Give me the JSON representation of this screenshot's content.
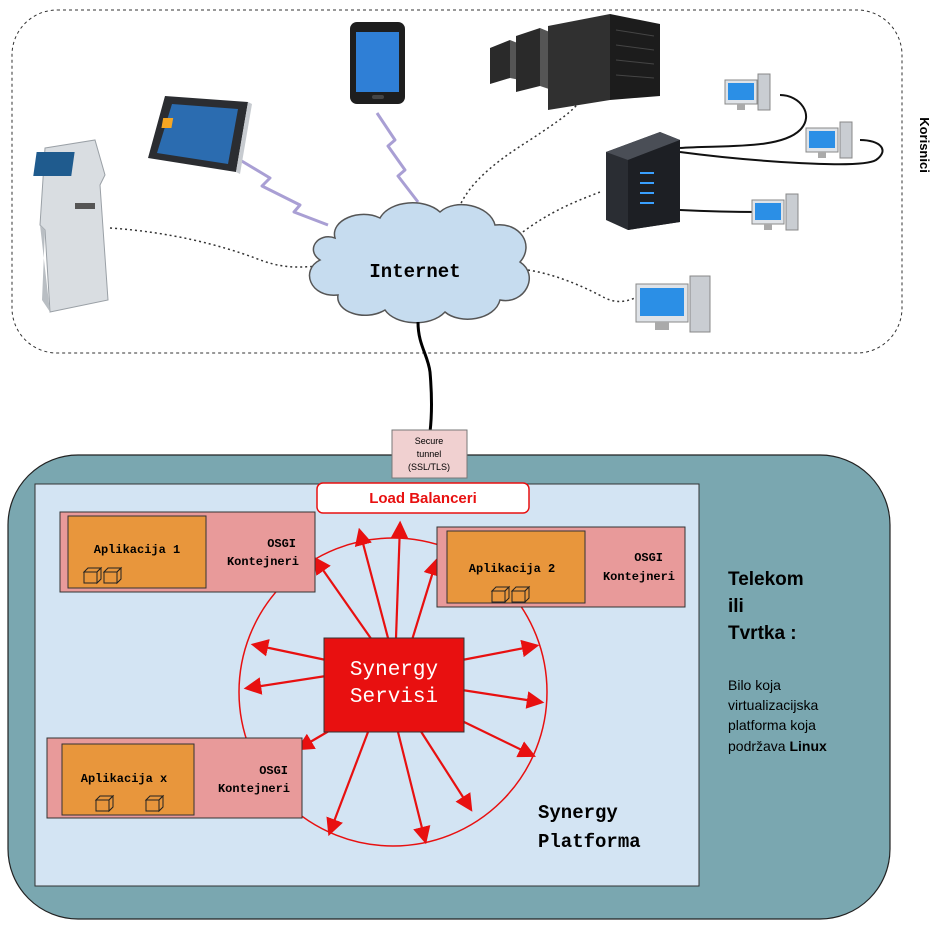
{
  "users_zone": {
    "label": "Korisnici"
  },
  "internet": {
    "label": "Internet"
  },
  "tunnel": {
    "line1": "Secure",
    "line2": "tunnel",
    "line3": "(SSL/TLS)"
  },
  "load_balancer": {
    "label": "Load Balanceri"
  },
  "containers": [
    {
      "app_label": "Aplikacija 1",
      "osgi": "OSGI",
      "kontejneri": "Kontejneri"
    },
    {
      "app_label": "Aplikacija 2",
      "osgi": "OSGI",
      "kontejneri": "Kontejneri"
    },
    {
      "app_label": "Aplikacija x",
      "osgi": "OSGI",
      "kontejneri": "Kontejneri"
    }
  ],
  "synergy_services": {
    "line1": "Synergy",
    "line2": "Servisi"
  },
  "platform": {
    "line1": "Synergy",
    "line2": "Platforma"
  },
  "operator": {
    "title1": "Telekom",
    "title2": "ili",
    "title3": "Tvrtka :",
    "desc1": "Bilo koja",
    "desc2": "virtualizacijska",
    "desc3": "platforma koja",
    "desc4_prefix": "podržava ",
    "desc4_bold": "Linux"
  },
  "colors": {
    "outer_platform": "#7aa7b0",
    "inner_platform": "#d3e4f3",
    "container": "#e89a9a",
    "app_box": "#e8963c",
    "services": "#e81010",
    "arrow": "#e81010"
  }
}
